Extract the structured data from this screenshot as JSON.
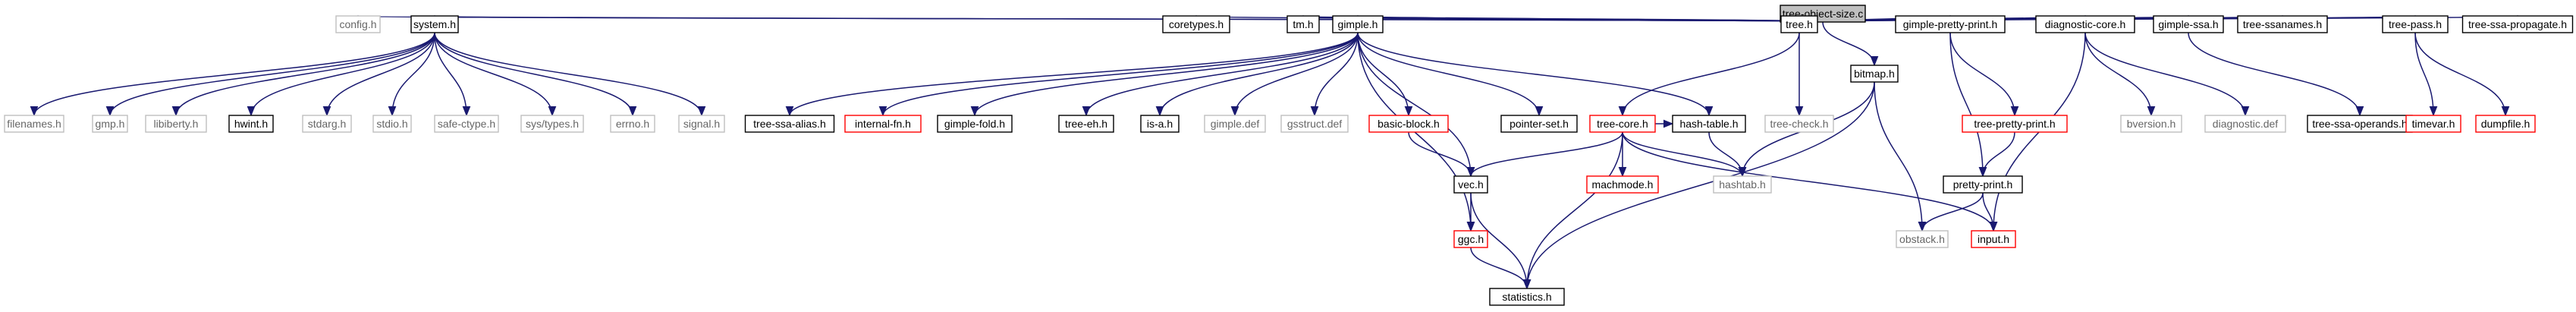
{
  "nodes": [
    {
      "id": "n_root",
      "label": "tree-object-size.c",
      "style": "root"
    },
    {
      "id": "n_config",
      "label": "config.h",
      "style": "grey"
    },
    {
      "id": "n_system",
      "label": "system.h",
      "style": "black"
    },
    {
      "id": "n_coretypes",
      "label": "coretypes.h",
      "style": "black"
    },
    {
      "id": "n_tm",
      "label": "tm.h",
      "style": "black"
    },
    {
      "id": "n_gimple",
      "label": "gimple.h",
      "style": "black"
    },
    {
      "id": "n_tree",
      "label": "tree.h",
      "style": "black"
    },
    {
      "id": "n_bitmap",
      "label": "bitmap.h",
      "style": "black"
    },
    {
      "id": "n_gpp",
      "label": "gimple-pretty-print.h",
      "style": "black"
    },
    {
      "id": "n_diag",
      "label": "diagnostic-core.h",
      "style": "black"
    },
    {
      "id": "n_gssa",
      "label": "gimple-ssa.h",
      "style": "black"
    },
    {
      "id": "n_ssanames",
      "label": "tree-ssanames.h",
      "style": "black"
    },
    {
      "id": "n_treepass",
      "label": "tree-pass.h",
      "style": "black"
    },
    {
      "id": "n_ssaprop",
      "label": "tree-ssa-propagate.h",
      "style": "black"
    },
    {
      "id": "n_filenames",
      "label": "filenames.h",
      "style": "grey"
    },
    {
      "id": "n_gmp",
      "label": "gmp.h",
      "style": "grey"
    },
    {
      "id": "n_libiberty",
      "label": "libiberty.h",
      "style": "grey"
    },
    {
      "id": "n_hwint",
      "label": "hwint.h",
      "style": "black"
    },
    {
      "id": "n_stdarg",
      "label": "stdarg.h",
      "style": "grey"
    },
    {
      "id": "n_stdio",
      "label": "stdio.h",
      "style": "grey"
    },
    {
      "id": "n_safectype",
      "label": "safe-ctype.h",
      "style": "grey"
    },
    {
      "id": "n_systypes",
      "label": "sys/types.h",
      "style": "grey"
    },
    {
      "id": "n_errno",
      "label": "errno.h",
      "style": "grey"
    },
    {
      "id": "n_signal",
      "label": "signal.h",
      "style": "grey"
    },
    {
      "id": "n_ssaalias",
      "label": "tree-ssa-alias.h",
      "style": "black"
    },
    {
      "id": "n_internalfn",
      "label": "internal-fn.h",
      "style": "red"
    },
    {
      "id": "n_gfold",
      "label": "gimple-fold.h",
      "style": "black"
    },
    {
      "id": "n_treeeh",
      "label": "tree-eh.h",
      "style": "black"
    },
    {
      "id": "n_isa",
      "label": "is-a.h",
      "style": "black"
    },
    {
      "id": "n_gimpledef",
      "label": "gimple.def",
      "style": "grey"
    },
    {
      "id": "n_gsstruct",
      "label": "gsstruct.def",
      "style": "grey"
    },
    {
      "id": "n_basicblock",
      "label": "basic-block.h",
      "style": "red"
    },
    {
      "id": "n_pointerset",
      "label": "pointer-set.h",
      "style": "black"
    },
    {
      "id": "n_treecore",
      "label": "tree-core.h",
      "style": "red"
    },
    {
      "id": "n_hashtable",
      "label": "hash-table.h",
      "style": "black"
    },
    {
      "id": "n_treecheck",
      "label": "tree-check.h",
      "style": "grey"
    },
    {
      "id": "n_tpp",
      "label": "tree-pretty-print.h",
      "style": "red"
    },
    {
      "id": "n_bversion",
      "label": "bversion.h",
      "style": "grey"
    },
    {
      "id": "n_diagdef",
      "label": "diagnostic.def",
      "style": "grey"
    },
    {
      "id": "n_ssaoperands",
      "label": "tree-ssa-operands.h",
      "style": "black"
    },
    {
      "id": "n_timevar",
      "label": "timevar.h",
      "style": "red"
    },
    {
      "id": "n_dumpfile",
      "label": "dumpfile.h",
      "style": "red"
    },
    {
      "id": "n_vec",
      "label": "vec.h",
      "style": "black"
    },
    {
      "id": "n_machmode",
      "label": "machmode.h",
      "style": "red"
    },
    {
      "id": "n_hashtab",
      "label": "hashtab.h",
      "style": "grey"
    },
    {
      "id": "n_prettyprint",
      "label": "pretty-print.h",
      "style": "black"
    },
    {
      "id": "n_obstack",
      "label": "obstack.h",
      "style": "grey"
    },
    {
      "id": "n_input",
      "label": "input.h",
      "style": "red"
    },
    {
      "id": "n_ggc",
      "label": "ggc.h",
      "style": "red"
    },
    {
      "id": "n_statistics",
      "label": "statistics.h",
      "style": "black"
    }
  ],
  "edges": [
    [
      "n_root",
      "n_config"
    ],
    [
      "n_root",
      "n_system"
    ],
    [
      "n_root",
      "n_coretypes"
    ],
    [
      "n_root",
      "n_tm"
    ],
    [
      "n_root",
      "n_gimple"
    ],
    [
      "n_root",
      "n_tree"
    ],
    [
      "n_root",
      "n_bitmap"
    ],
    [
      "n_root",
      "n_gpp"
    ],
    [
      "n_root",
      "n_diag"
    ],
    [
      "n_root",
      "n_gssa"
    ],
    [
      "n_root",
      "n_ssanames"
    ],
    [
      "n_root",
      "n_treepass"
    ],
    [
      "n_root",
      "n_ssaprop"
    ],
    [
      "n_system",
      "n_filenames"
    ],
    [
      "n_system",
      "n_gmp"
    ],
    [
      "n_system",
      "n_libiberty"
    ],
    [
      "n_system",
      "n_hwint"
    ],
    [
      "n_system",
      "n_stdarg"
    ],
    [
      "n_system",
      "n_stdio"
    ],
    [
      "n_system",
      "n_safectype"
    ],
    [
      "n_system",
      "n_systypes"
    ],
    [
      "n_system",
      "n_errno"
    ],
    [
      "n_system",
      "n_signal"
    ],
    [
      "n_gimple",
      "n_ssaalias"
    ],
    [
      "n_gimple",
      "n_internalfn"
    ],
    [
      "n_gimple",
      "n_gfold"
    ],
    [
      "n_gimple",
      "n_treeeh"
    ],
    [
      "n_gimple",
      "n_isa"
    ],
    [
      "n_gimple",
      "n_gimpledef"
    ],
    [
      "n_gimple",
      "n_gsstruct"
    ],
    [
      "n_gimple",
      "n_basicblock"
    ],
    [
      "n_gimple",
      "n_pointerset"
    ],
    [
      "n_gimple",
      "n_vec"
    ],
    [
      "n_gimple",
      "n_ggc"
    ],
    [
      "n_gimple",
      "n_hashtable"
    ],
    [
      "n_tree",
      "n_treecore"
    ],
    [
      "n_tree",
      "n_treecheck"
    ],
    [
      "n_treecore",
      "n_hashtable"
    ],
    [
      "n_treecore",
      "n_vec"
    ],
    [
      "n_treecore",
      "n_machmode"
    ],
    [
      "n_treecore",
      "n_hashtab"
    ],
    [
      "n_treecore",
      "n_input"
    ],
    [
      "n_treecore",
      "n_statistics"
    ],
    [
      "n_hashtable",
      "n_hashtab"
    ],
    [
      "n_basicblock",
      "n_vec"
    ],
    [
      "n_vec",
      "n_ggc"
    ],
    [
      "n_vec",
      "n_statistics"
    ],
    [
      "n_ggc",
      "n_statistics"
    ],
    [
      "n_bitmap",
      "n_hashtab"
    ],
    [
      "n_bitmap",
      "n_obstack"
    ],
    [
      "n_bitmap",
      "n_statistics"
    ],
    [
      "n_gpp",
      "n_tpp"
    ],
    [
      "n_gpp",
      "n_prettyprint"
    ],
    [
      "n_tpp",
      "n_prettyprint"
    ],
    [
      "n_prettyprint",
      "n_obstack"
    ],
    [
      "n_prettyprint",
      "n_input"
    ],
    [
      "n_diag",
      "n_bversion"
    ],
    [
      "n_diag",
      "n_diagdef"
    ],
    [
      "n_diag",
      "n_input"
    ],
    [
      "n_gssa",
      "n_ssaoperands"
    ],
    [
      "n_treepass",
      "n_timevar"
    ],
    [
      "n_treepass",
      "n_dumpfile"
    ]
  ],
  "colors": {
    "edge": "#191970",
    "root_fill": "#bfbfbf",
    "black_border": "#000000",
    "grey_border": "#bfbfbf",
    "grey_text": "#666666",
    "red_border": "#ff0000"
  }
}
